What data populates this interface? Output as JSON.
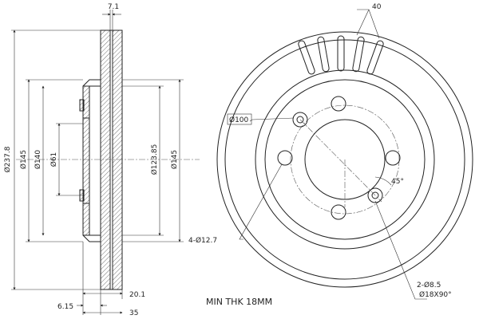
{
  "section_view": {
    "top_dim": "7.1",
    "d_outer": "Ø237.8",
    "d_hat": "Ø145",
    "d_mid": "Ø140",
    "d_bore": "Ø61",
    "d_inner": "Ø123.85",
    "d_right": "Ø145",
    "dim_20_1": "20.1",
    "dim_6_15": "6.15",
    "dim_35": "35"
  },
  "face_view": {
    "vent_label": "40",
    "pcd_label": "Ø100",
    "angle_label": "45°",
    "bolt_label": "4-Ø12.7",
    "hole_label_1": "2-Ø8.5",
    "hole_label_2": "Ø18X90°"
  },
  "min_thickness": "MIN THK 18MM"
}
